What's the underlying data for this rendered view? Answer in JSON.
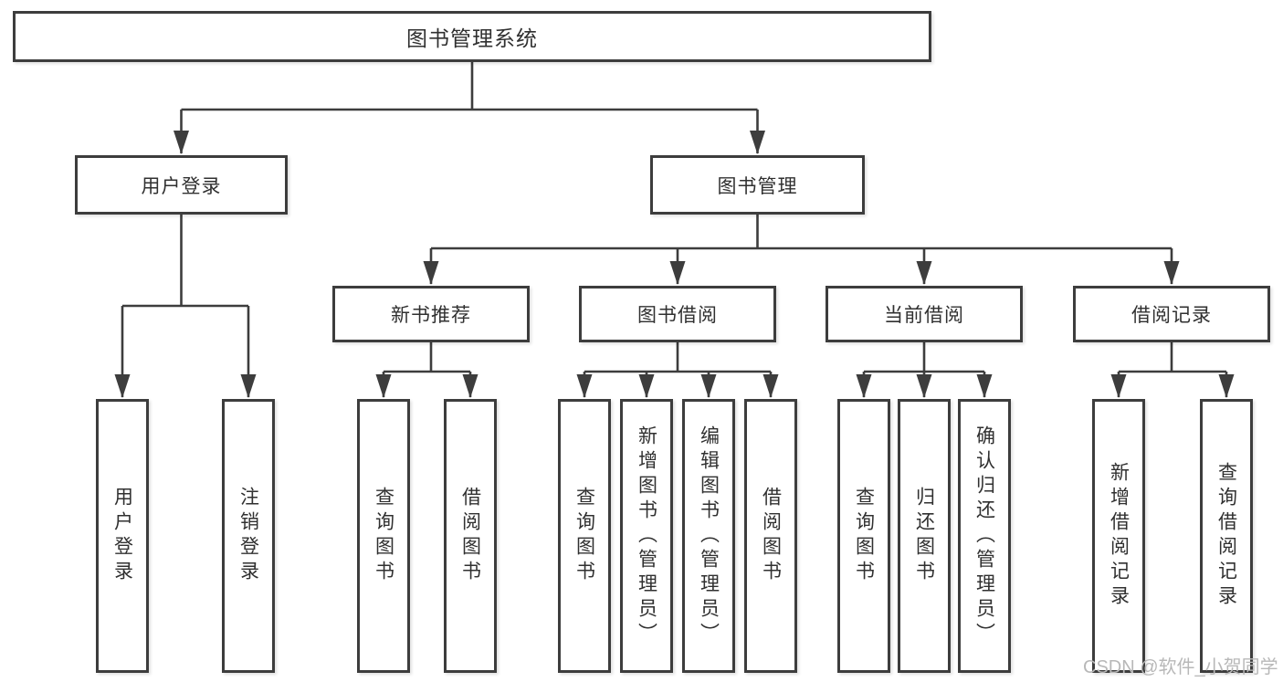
{
  "nodes": {
    "root": {
      "label": "图书管理系统"
    },
    "user_login": {
      "label": "用户登录"
    },
    "book_mgmt": {
      "label": "图书管理"
    },
    "new_book_rec": {
      "label": "新书推荐"
    },
    "book_borrow": {
      "label": "图书借阅"
    },
    "current_borrow": {
      "label": "当前借阅"
    },
    "borrow_records": {
      "label": "借阅记录"
    },
    "leaf_user_login": {
      "label": "用户登录"
    },
    "leaf_logout_login": {
      "label": "注销登录"
    },
    "leaf_query_book_rec": {
      "label": "查询图书"
    },
    "leaf_borrow_book_rec": {
      "label": "借阅图书"
    },
    "leaf_query_book_borrow": {
      "label": "查询图书"
    },
    "leaf_add_book_admin": {
      "label": "新增图书（管理员）"
    },
    "leaf_edit_book_admin": {
      "label": "编辑图书（管理员）"
    },
    "leaf_borrow_book_borrow": {
      "label": "借阅图书"
    },
    "leaf_query_book_current": {
      "label": "查询图书"
    },
    "leaf_return_book": {
      "label": "归还图书"
    },
    "leaf_confirm_return_admin": {
      "label": "确认归还（管理员）"
    },
    "leaf_add_borrow_record": {
      "label": "新增借阅记录"
    },
    "leaf_query_borrow_record": {
      "label": "查询借阅记录"
    }
  },
  "watermark": {
    "text": "CSDN @软件_小贺同学",
    "color": "#b8b8b8"
  },
  "colors": {
    "line": "#3d3d3d",
    "text": "#303030",
    "background": "#ffffff"
  }
}
